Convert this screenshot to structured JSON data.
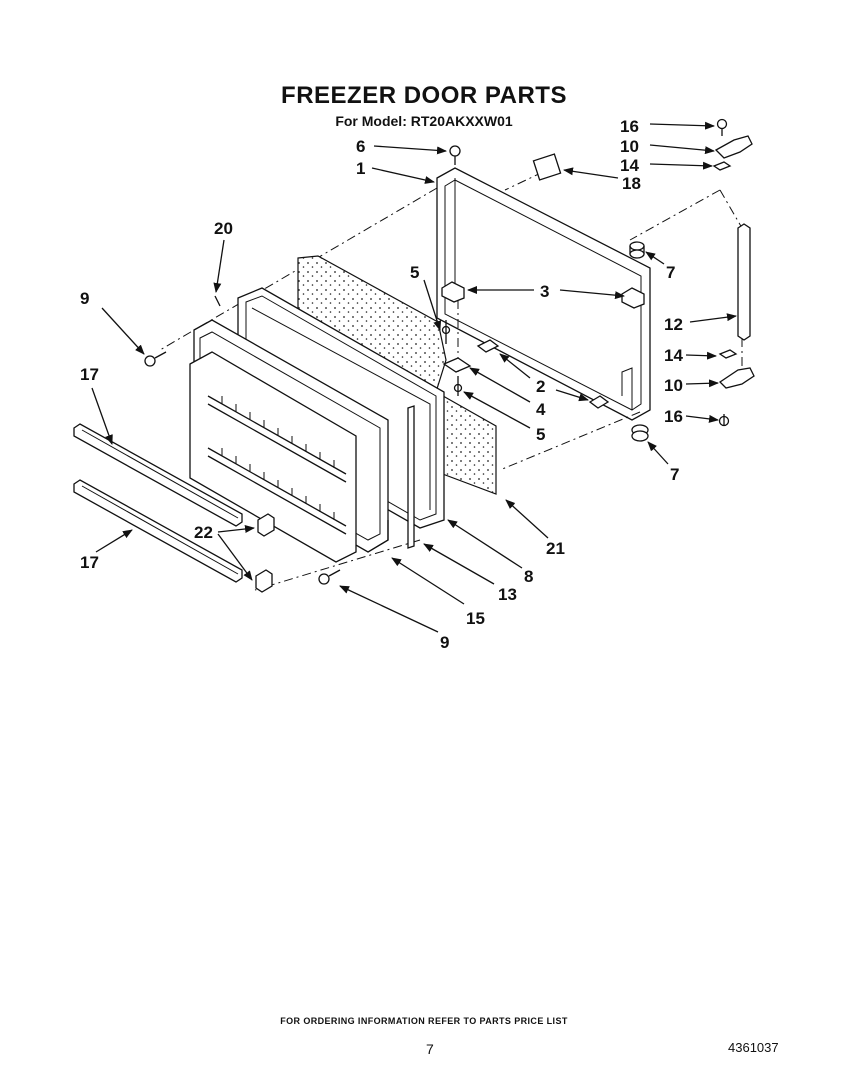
{
  "header": {
    "title": "FREEZER DOOR PARTS",
    "model_line": "For Model: RT20AKXXW01"
  },
  "callouts": [
    {
      "id": "c-16a",
      "text": "16"
    },
    {
      "id": "c-10a",
      "text": "10"
    },
    {
      "id": "c-14a",
      "text": "14"
    },
    {
      "id": "c-18",
      "text": "18"
    },
    {
      "id": "c-6",
      "text": "6"
    },
    {
      "id": "c-1",
      "text": "1"
    },
    {
      "id": "c-7a",
      "text": "7"
    },
    {
      "id": "c-20",
      "text": "20"
    },
    {
      "id": "c-5a",
      "text": "5"
    },
    {
      "id": "c-3",
      "text": "3"
    },
    {
      "id": "c-9a",
      "text": "9"
    },
    {
      "id": "c-12",
      "text": "12"
    },
    {
      "id": "c-14b",
      "text": "14"
    },
    {
      "id": "c-17a",
      "text": "17"
    },
    {
      "id": "c-2",
      "text": "2"
    },
    {
      "id": "c-10b",
      "text": "10"
    },
    {
      "id": "c-4",
      "text": "4"
    },
    {
      "id": "c-16b",
      "text": "16"
    },
    {
      "id": "c-5b",
      "text": "5"
    },
    {
      "id": "c-7b",
      "text": "7"
    },
    {
      "id": "c-21",
      "text": "21"
    },
    {
      "id": "c-22",
      "text": "22"
    },
    {
      "id": "c-8",
      "text": "8"
    },
    {
      "id": "c-17b",
      "text": "17"
    },
    {
      "id": "c-13",
      "text": "13"
    },
    {
      "id": "c-15",
      "text": "15"
    },
    {
      "id": "c-9b",
      "text": "9"
    }
  ],
  "footer": {
    "note": "FOR ORDERING INFORMATION REFER TO PARTS PRICE LIST",
    "page_number": "7",
    "document_number": "4361037"
  }
}
